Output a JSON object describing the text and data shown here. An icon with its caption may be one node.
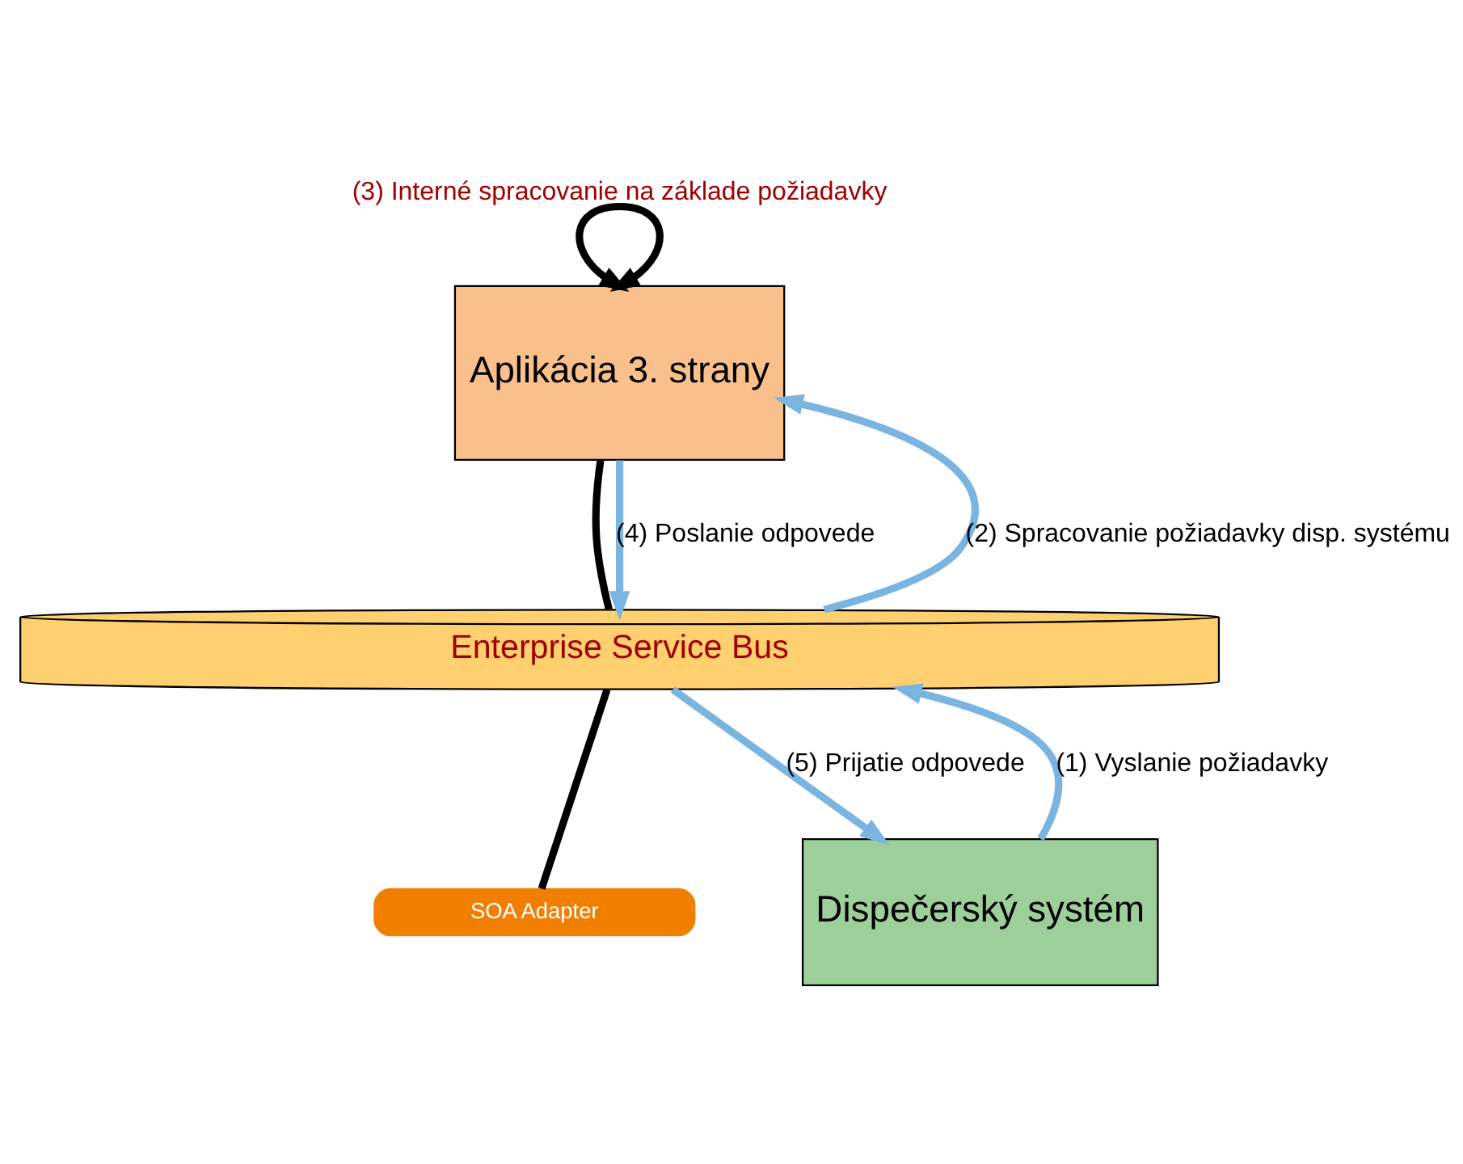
{
  "diagram": {
    "nodes": [
      {
        "text": [
          "Aplikácia 3. strany"
        ]
      },
      {
        "text": [
          "Enterprise Service Bus"
        ]
      },
      {
        "text": [
          "SOA Adapter"
        ]
      },
      {
        "text": [
          "Dispečerský systém"
        ]
      }
    ],
    "edges": [
      {
        "from": 0,
        "to": 0,
        "arrow": "both",
        "label": "(3) Interné spracovanie na základe požiadavky",
        "color": "#000000"
      },
      {
        "from": 0,
        "to": 1,
        "arrow": "none",
        "color": "#000000"
      },
      {
        "from": 1,
        "to": 0,
        "arrow": "to",
        "label": "(2) Spracovanie požiadavky disp. systému"
      },
      {
        "from": 0,
        "to": 1,
        "arrow": "to",
        "label": "(4) Poslanie odpovede"
      },
      {
        "from": 1,
        "to": 2,
        "arrow": "none",
        "color": "#000000"
      },
      {
        "from": 1,
        "to": 3,
        "arrow": "to",
        "label": "(5) Prijatie odpovede"
      },
      {
        "from": 3,
        "to": 1,
        "arrow": "to",
        "label": "(1) Vyslanie požiadavky"
      }
    ]
  }
}
